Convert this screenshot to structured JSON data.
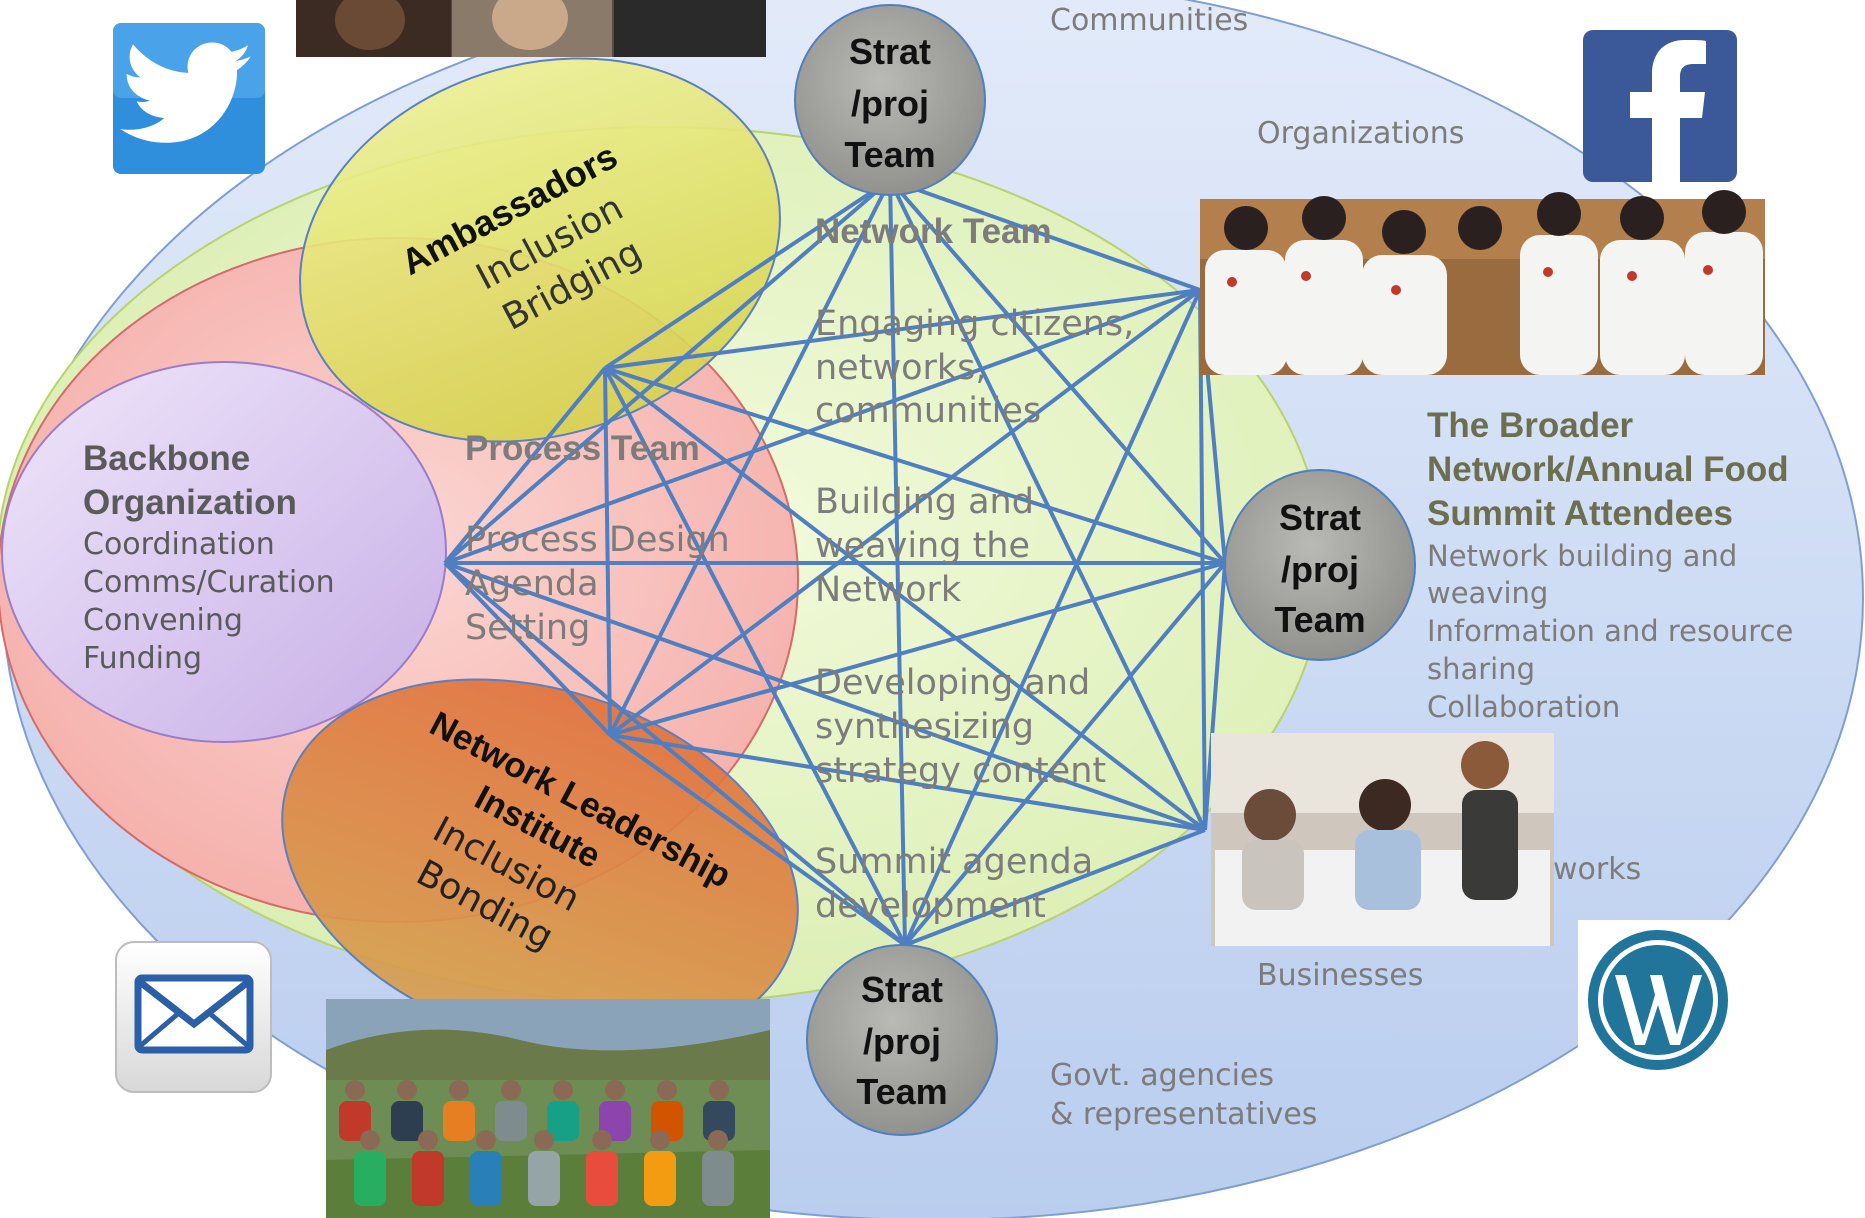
{
  "outer": {
    "communities": "Communities",
    "organizations": "Organizations",
    "businesses": "Businesses",
    "networks": "works",
    "govt_line1": "Govt. agencies",
    "govt_line2": "& representatives"
  },
  "broader": {
    "title1": "The Broader",
    "title2": "Network/Annual Food",
    "title3": "Summit Attendees",
    "items": [
      "Network building and",
      "weaving",
      "Information and resource",
      "sharing",
      "Collaboration"
    ]
  },
  "network_team": {
    "title": "Network Team",
    "items": [
      [
        "Engaging citizens,",
        "networks,",
        "communities"
      ],
      [
        "Building and",
        "weaving the",
        "Network"
      ],
      [
        "Developing and",
        "synthesizing",
        "strategy content"
      ],
      [
        "Summit agenda",
        "development"
      ]
    ]
  },
  "process_team": {
    "title": "Process Team",
    "items": [
      "Process Design",
      "Agenda",
      "Setting"
    ]
  },
  "backbone": {
    "title1": "Backbone",
    "title2": "Organization",
    "items": [
      "Coordination",
      "Comms/Curation",
      "Convening",
      "Funding"
    ]
  },
  "ambassadors": {
    "title": "Ambassadors",
    "items": [
      "Inclusion",
      "Bridging"
    ]
  },
  "nli": {
    "title1": "Network Leadership",
    "title2": "Institute",
    "items": [
      "Inclusion",
      "Bonding"
    ]
  },
  "strat_team": {
    "line1": "Strat",
    "line2": "/proj",
    "line3": "Team"
  },
  "icons": {
    "twitter": "twitter-icon",
    "facebook": "facebook-icon",
    "email": "email-icon",
    "wordpress": "wordpress-icon"
  },
  "colors": {
    "outer": "#cfdcf5",
    "network_team": "#e8f5c4",
    "process_team": "#f7b9b4",
    "backbone": "#dcc9f0",
    "ambassadors": "#e3e36a",
    "nli": "#d98a52",
    "strat": "#a3a3a0",
    "network_lines": "#4f7fc0",
    "facebook": "#3b5998",
    "twitter": "#2f8fdc",
    "wordpress": "#21759b"
  }
}
